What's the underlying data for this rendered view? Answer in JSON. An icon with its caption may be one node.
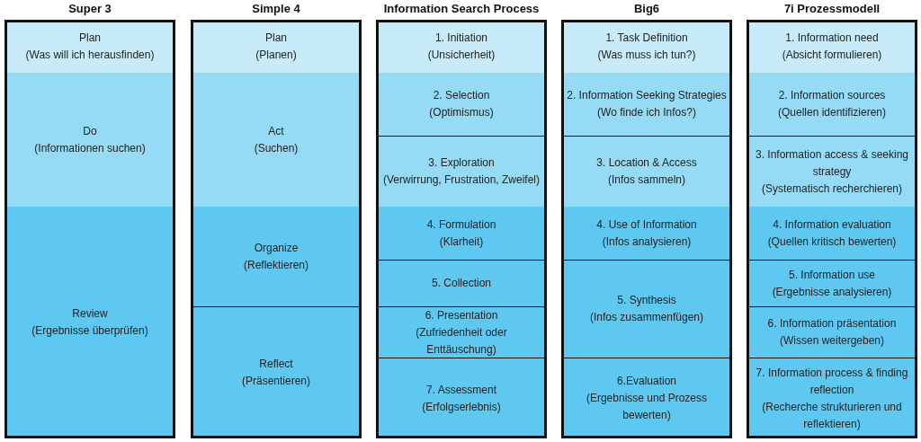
{
  "diagram": {
    "nodes": [
      {
        "text": [
          "Super 3"
        ]
      },
      {
        "text": [
          "Plan",
          "(Was will ich herausfinden)"
        ],
        "in": 0
      },
      {
        "text": [
          "Do",
          "(Informationen suchen)"
        ],
        "in": 0
      },
      {
        "text": [
          "Review",
          "(Ergebnisse überprüfen)"
        ],
        "in": 0
      },
      {
        "text": [
          "Simple 4"
        ]
      },
      {
        "text": [
          "Plan",
          "(Planen)"
        ],
        "in": 4
      },
      {
        "text": [
          "Act",
          "(Suchen)"
        ],
        "in": 4
      },
      {
        "text": [
          "Organize",
          "(Reflektieren)"
        ],
        "in": 4
      },
      {
        "text": [
          "Reflect",
          "(Präsentieren)"
        ],
        "in": 4
      },
      {
        "text": [
          "Information Search Process"
        ]
      },
      {
        "text": [
          "1. Initiation",
          "(Unsicherheit)"
        ],
        "in": 9
      },
      {
        "text": [
          "2. Selection",
          "(Optimismus)"
        ],
        "in": 9
      },
      {
        "text": [
          "3. Exploration",
          "(Verwirrung, Frustration, Zweifel)"
        ],
        "in": 9
      },
      {
        "text": [
          "4. Formulation",
          "(Klarheit)"
        ],
        "in": 9
      },
      {
        "text": [
          "5. Collection"
        ],
        "in": 9
      },
      {
        "text": [
          "6. Presentation",
          "(Zufriedenheit oder Enttäuschung)"
        ],
        "in": 9
      },
      {
        "text": [
          "7. Assessment",
          "(Erfolgserlebnis)"
        ],
        "in": 9
      },
      {
        "text": [
          "Big6"
        ]
      },
      {
        "text": [
          "1. Task Definition",
          "(Was muss ich tun?)"
        ],
        "in": 17
      },
      {
        "text": [
          "2. Information Seeking Strategies",
          "(Wo finde ich Infos?)"
        ],
        "in": 17
      },
      {
        "text": [
          "3. Location & Access",
          "(Infos sammeln)"
        ],
        "in": 17
      },
      {
        "text": [
          "4. Use of Information",
          "(Infos analysieren)"
        ],
        "in": 17
      },
      {
        "text": [
          "5. Synthesis",
          "(Infos zusammenfügen)"
        ],
        "in": 17
      },
      {
        "text": [
          "6.Evaluation",
          "(Ergebnisse und Prozess bewerten)"
        ],
        "in": 17
      },
      {
        "text": [
          "7i Prozessmodell"
        ]
      },
      {
        "text": [
          "1. Information need",
          "(Absicht formulieren)"
        ],
        "in": 24
      },
      {
        "text": [
          "2. Information sources",
          "(Quellen identifizieren)"
        ],
        "in": 24
      },
      {
        "text": [
          "3. Information access & seeking strategy",
          "(Systematisch recherchieren)"
        ],
        "in": 24
      },
      {
        "text": [
          "4. Information evaluation",
          "(Quellen kritisch bewerten)"
        ],
        "in": 24
      },
      {
        "text": [
          "5. Information use",
          "(Ergebnisse analysieren)"
        ],
        "in": 24
      },
      {
        "text": [
          "6. Information präsentation",
          "(Wissen weitergeben)"
        ],
        "in": 24
      },
      {
        "text": [
          "7. Information process & finding reflection",
          "(Recherche strukturieren und reflektieren)"
        ],
        "in": 24
      }
    ]
  }
}
